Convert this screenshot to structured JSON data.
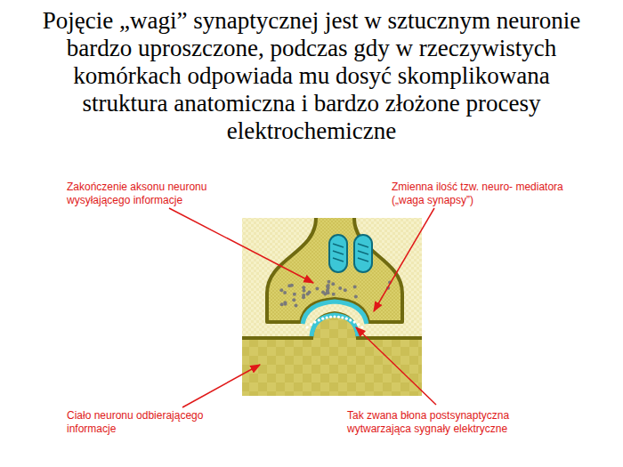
{
  "diagram": {
    "title": "Pojęcie „wagi” synaptycznej jest w sztucznym neuronie bardzo uproszczone, podczas gdy w rzeczywistych komórkach odpowiada mu dosyć skomplikowana struktura anatomiczna i bardzo złożone procesy elektrochemiczne",
    "labels": [
      "Zakończenie aksonu neuronu wysyłającego informacje",
      "Zmienna ilość tzw. neuro- mediatora („waga synapsy”)",
      "Ciało neuronu odbierającego informacje",
      "Tak zwana błona postsynaptyczna wytwarzająca sygnały elektryczne"
    ]
  }
}
